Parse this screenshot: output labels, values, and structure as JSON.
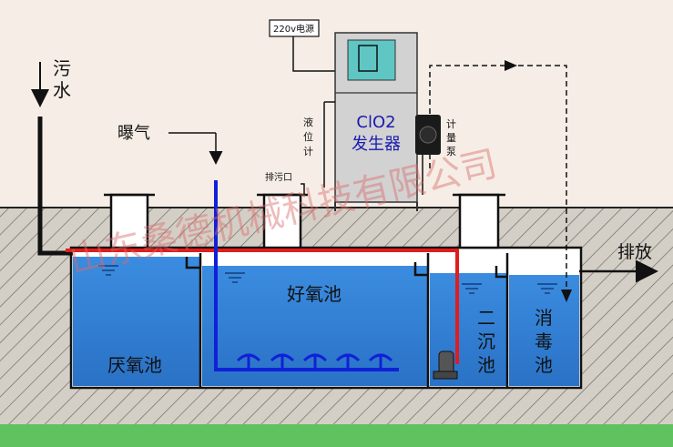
{
  "labels": {
    "sewage_top": "污",
    "sewage_bottom": "水",
    "aeration": "曝气",
    "power": "220v电源",
    "device_line1": "ClO2",
    "device_line2": "发生器",
    "level_meter_1": "液",
    "level_meter_2": "位",
    "level_meter_3": "计",
    "drain": "排污口",
    "pump_1": "计",
    "pump_2": "量",
    "pump_3": "泵",
    "discharge": "排放",
    "anaerobic": "厌氧池",
    "aerobic": "好氧池",
    "secondary_1": "二",
    "secondary_2": "沉",
    "secondary_3": "池",
    "disinfect_1": "消",
    "disinfect_2": "毒",
    "disinfect_3": "池"
  },
  "watermark": "山东桑德机械科技有限公司",
  "colors": {
    "background": "#f6eee6",
    "ground": "#d2cdc3",
    "water": "#2f7fd3",
    "red_pipe": "#e01d1d",
    "blue_pipe": "#1020d8",
    "device": "#cfcfcf",
    "screen": "#5fc6c4"
  }
}
